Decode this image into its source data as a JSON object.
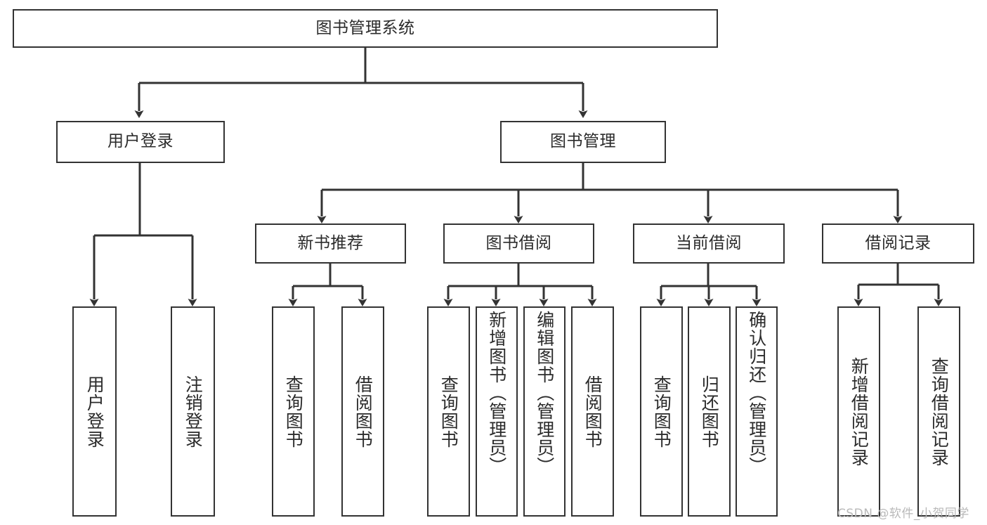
{
  "diagram": {
    "title": "图书管理系统",
    "type": "tree",
    "stroke_color": "#333333",
    "text_color": "#2b2b2b",
    "background": "#ffffff",
    "levels": [
      {
        "level": 1,
        "nodes": [
          {
            "id": "root",
            "label": "图书管理系统",
            "orientation": "horizontal"
          }
        ]
      },
      {
        "level": 2,
        "nodes": [
          {
            "id": "login",
            "label": "用户登录",
            "orientation": "horizontal",
            "parent": "root"
          },
          {
            "id": "bookmgmt",
            "label": "图书管理",
            "orientation": "horizontal",
            "parent": "root"
          }
        ]
      },
      {
        "level": 3,
        "nodes": [
          {
            "id": "newbook",
            "label": "新书推荐",
            "orientation": "horizontal",
            "parent": "bookmgmt"
          },
          {
            "id": "borrow",
            "label": "图书借阅",
            "orientation": "horizontal",
            "parent": "bookmgmt"
          },
          {
            "id": "current",
            "label": "当前借阅",
            "orientation": "horizontal",
            "parent": "bookmgmt"
          },
          {
            "id": "records",
            "label": "借阅记录",
            "orientation": "horizontal",
            "parent": "bookmgmt"
          }
        ]
      },
      {
        "level": 4,
        "nodes": [
          {
            "id": "leaf1",
            "label": "用户登录",
            "orientation": "vertical",
            "parent": "login"
          },
          {
            "id": "leaf2",
            "label": "注销登录",
            "orientation": "vertical",
            "parent": "login"
          },
          {
            "id": "leaf3",
            "label": "查询图书",
            "orientation": "vertical",
            "parent": "newbook"
          },
          {
            "id": "leaf4",
            "label": "借阅图书",
            "orientation": "vertical",
            "parent": "newbook"
          },
          {
            "id": "leaf5",
            "label": "查询图书",
            "orientation": "vertical",
            "parent": "borrow"
          },
          {
            "id": "leaf6",
            "label": "新增图书（管理员）",
            "orientation": "vertical",
            "parent": "borrow"
          },
          {
            "id": "leaf7",
            "label": "编辑图书（管理员）",
            "orientation": "vertical",
            "parent": "borrow"
          },
          {
            "id": "leaf8",
            "label": "借阅图书",
            "orientation": "vertical",
            "parent": "borrow"
          },
          {
            "id": "leaf9",
            "label": "查询图书",
            "orientation": "vertical",
            "parent": "current"
          },
          {
            "id": "leaf10",
            "label": "归还图书",
            "orientation": "vertical",
            "parent": "current"
          },
          {
            "id": "leaf11",
            "label": "确认归还（管理员）",
            "orientation": "vertical",
            "parent": "current"
          },
          {
            "id": "leaf12",
            "label": "新增借阅记录",
            "orientation": "vertical",
            "parent": "records"
          },
          {
            "id": "leaf13",
            "label": "查询借阅记录",
            "orientation": "vertical",
            "parent": "records"
          }
        ]
      }
    ]
  },
  "watermark": {
    "text": "CSDN @软件_小贺同学"
  }
}
